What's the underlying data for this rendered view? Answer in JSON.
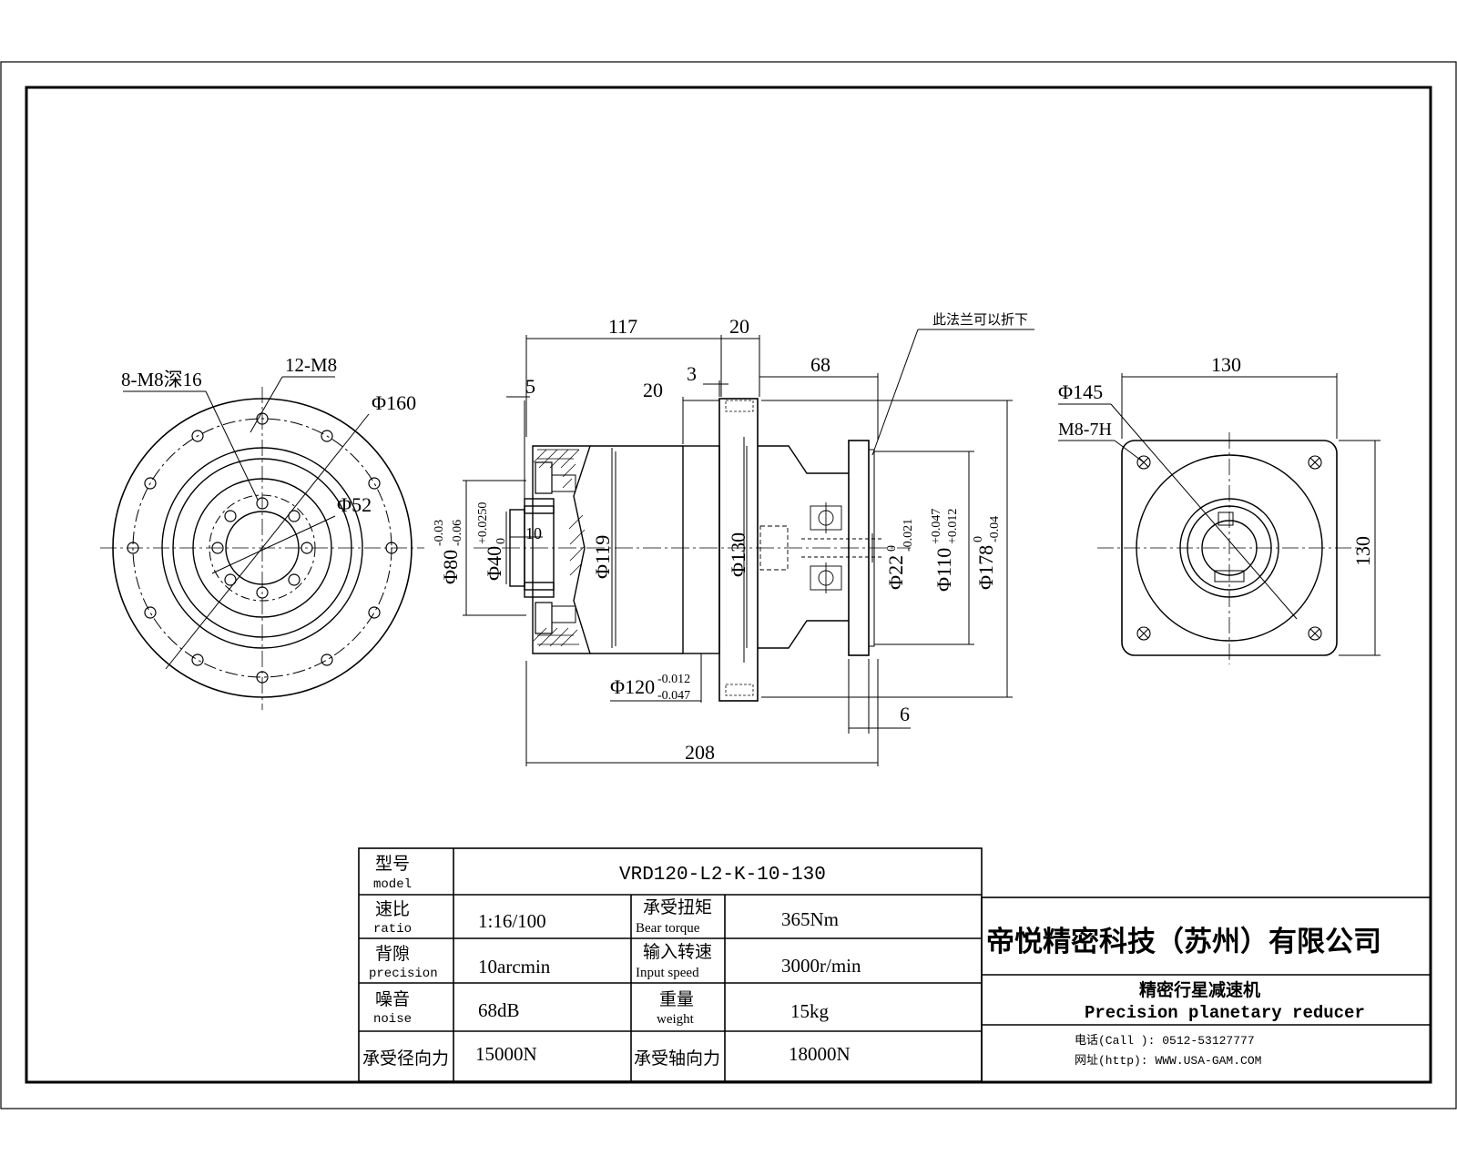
{
  "left_view": {
    "label_holes": "8-M8深16",
    "label_thread": "12-M8",
    "label_pcd": "Φ160",
    "label_bore": "Φ52"
  },
  "side_view": {
    "d_117": "117",
    "d_20_top": "20",
    "d_68": "68",
    "d_3": "3",
    "d_20_mid": "20",
    "d_5": "5",
    "d_10": "10",
    "d_6": "6",
    "d_208": "208",
    "phi80": "Φ80",
    "phi80_tol_upper": "-0.03",
    "phi80_tol_lower": "-0.06",
    "phi40": "Φ40",
    "phi40_tol_upper": "+0.0250",
    "phi40_tol_lower": "0",
    "phi119": "Φ119",
    "phi130": "Φ130",
    "phi22": "Φ22",
    "phi22_tol_upper": "0",
    "phi22_tol_lower": "-0.021",
    "phi110": "Φ110",
    "phi110_tol_upper": "+0.047",
    "phi110_tol_lower": "+0.012",
    "phi178": "Φ178",
    "phi178_tol_upper": "0",
    "phi178_tol_lower": "-0.04",
    "phi120": "Φ120",
    "phi120_tol_upper": "-0.012",
    "phi120_tol_lower": "-0.047",
    "flange_note": "此法兰可以折下"
  },
  "right_view": {
    "d_130_h": "130",
    "d_130_v": "130",
    "phi145": "Φ145",
    "thread": "M8-7H"
  },
  "spec_table": {
    "model_cn": "型号",
    "model_en": "model",
    "model_value": "VRD120-L2-K-10-130",
    "ratio_cn": "速比",
    "ratio_en": "ratio",
    "ratio_value": "1:16/100",
    "torque_cn": "承受扭矩",
    "torque_en": "Bear torque",
    "torque_value": "365Nm",
    "precision_cn": "背隙",
    "precision_en": "precision",
    "precision_value": "10arcmin",
    "speed_cn": "输入转速",
    "speed_en": "Input speed",
    "speed_value": "3000r/min",
    "noise_cn": "噪音",
    "noise_en": "noise",
    "noise_value": "68dB",
    "weight_cn": "重量",
    "weight_en": "weight",
    "weight_value": "15kg",
    "radial_cn": "承受径向力",
    "radial_value": "15000N",
    "axial_cn": "承受轴向力",
    "axial_value": "18000N"
  },
  "title_block": {
    "company": "帝悦精密科技（苏州）有限公司",
    "product_cn": "精密行星减速机",
    "product_en": "Precision planetary reducer",
    "phone": "电话(Call ): 0512-53127777",
    "website": "网址(http): WWW.USA-GAM.COM"
  }
}
